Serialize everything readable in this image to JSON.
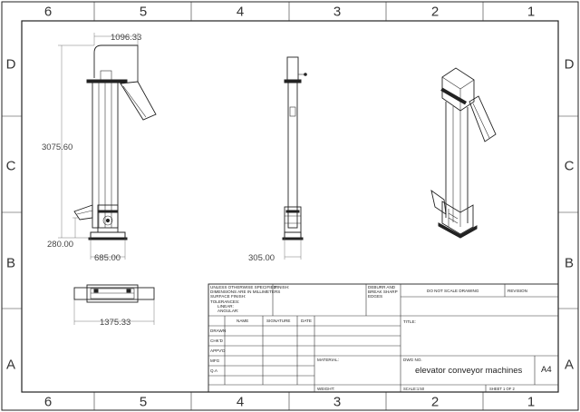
{
  "zones": {
    "columns": [
      "6",
      "5",
      "4",
      "3",
      "2",
      "1"
    ],
    "rows": [
      "D",
      "C",
      "B",
      "A"
    ]
  },
  "dimensions": {
    "top_width": "1096.33",
    "height": "3075.60",
    "inlet_height": "280.00",
    "base_width": "685.00",
    "side_base_width": "305.00",
    "plan_length": "1375.33"
  },
  "title_block": {
    "unless_lines": [
      "UNLESS OTHERWISE SPECIFIED:",
      "DIMENSIONS ARE IN MILLIMETERS",
      "SURFACE FINISH:",
      "TOLERANCES:",
      "LINEAR:",
      "ANGULAR:"
    ],
    "finish": "FINISH:",
    "deburr_lines": [
      "DEBURR AND",
      "BREAK SHARP",
      "EDGES"
    ],
    "do_not_scale": "DO NOT SCALE DRAWING",
    "revision": "REVISION",
    "col_name": "NAME",
    "col_signature": "SIGNATURE",
    "col_date": "DATE",
    "rows": [
      "DRAWN",
      "CHK'D",
      "APPV'D",
      "MFG",
      "Q.A"
    ],
    "title_label": "TITLE:",
    "material": "MATERIAL:",
    "dwg_no_label": "DWG NO.",
    "dwg_no": "elevator conveyor machines",
    "size": "A4",
    "weight": "WEIGHT:",
    "scale": "SCALE:1:50",
    "sheet": "SHEET 1 OF 2"
  }
}
